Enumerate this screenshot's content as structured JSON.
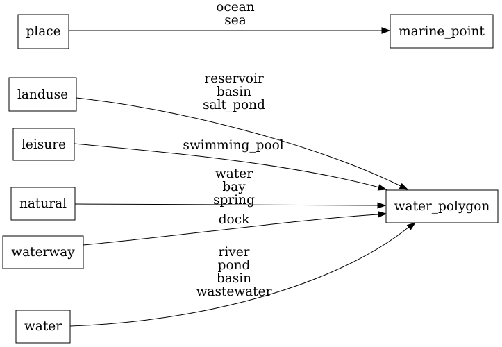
{
  "diagram": {
    "type": "directed-graph",
    "background_color": "#ffffff",
    "line_color": "#000000",
    "text_color": "#000000",
    "nodes": [
      {
        "label": "place"
      },
      {
        "label": "marine_point"
      },
      {
        "label": "landuse"
      },
      {
        "label": "leisure"
      },
      {
        "label": "natural"
      },
      {
        "label": "waterway"
      },
      {
        "label": "water"
      },
      {
        "label": "water_polygon"
      }
    ],
    "edges": [
      {
        "from": "place",
        "to": "marine_point",
        "labels": [
          "ocean",
          "sea"
        ]
      },
      {
        "from": "landuse",
        "to": "water_polygon",
        "labels": [
          "reservoir",
          "basin",
          "salt_pond"
        ]
      },
      {
        "from": "leisure",
        "to": "water_polygon",
        "labels": [
          "swimming_pool"
        ]
      },
      {
        "from": "natural",
        "to": "water_polygon",
        "labels": [
          "water",
          "bay",
          "spring"
        ]
      },
      {
        "from": "waterway",
        "to": "water_polygon",
        "labels": [
          "dock"
        ]
      },
      {
        "from": "water",
        "to": "water_polygon",
        "labels": [
          "river",
          "pond",
          "basin",
          "wastewater"
        ]
      }
    ]
  }
}
